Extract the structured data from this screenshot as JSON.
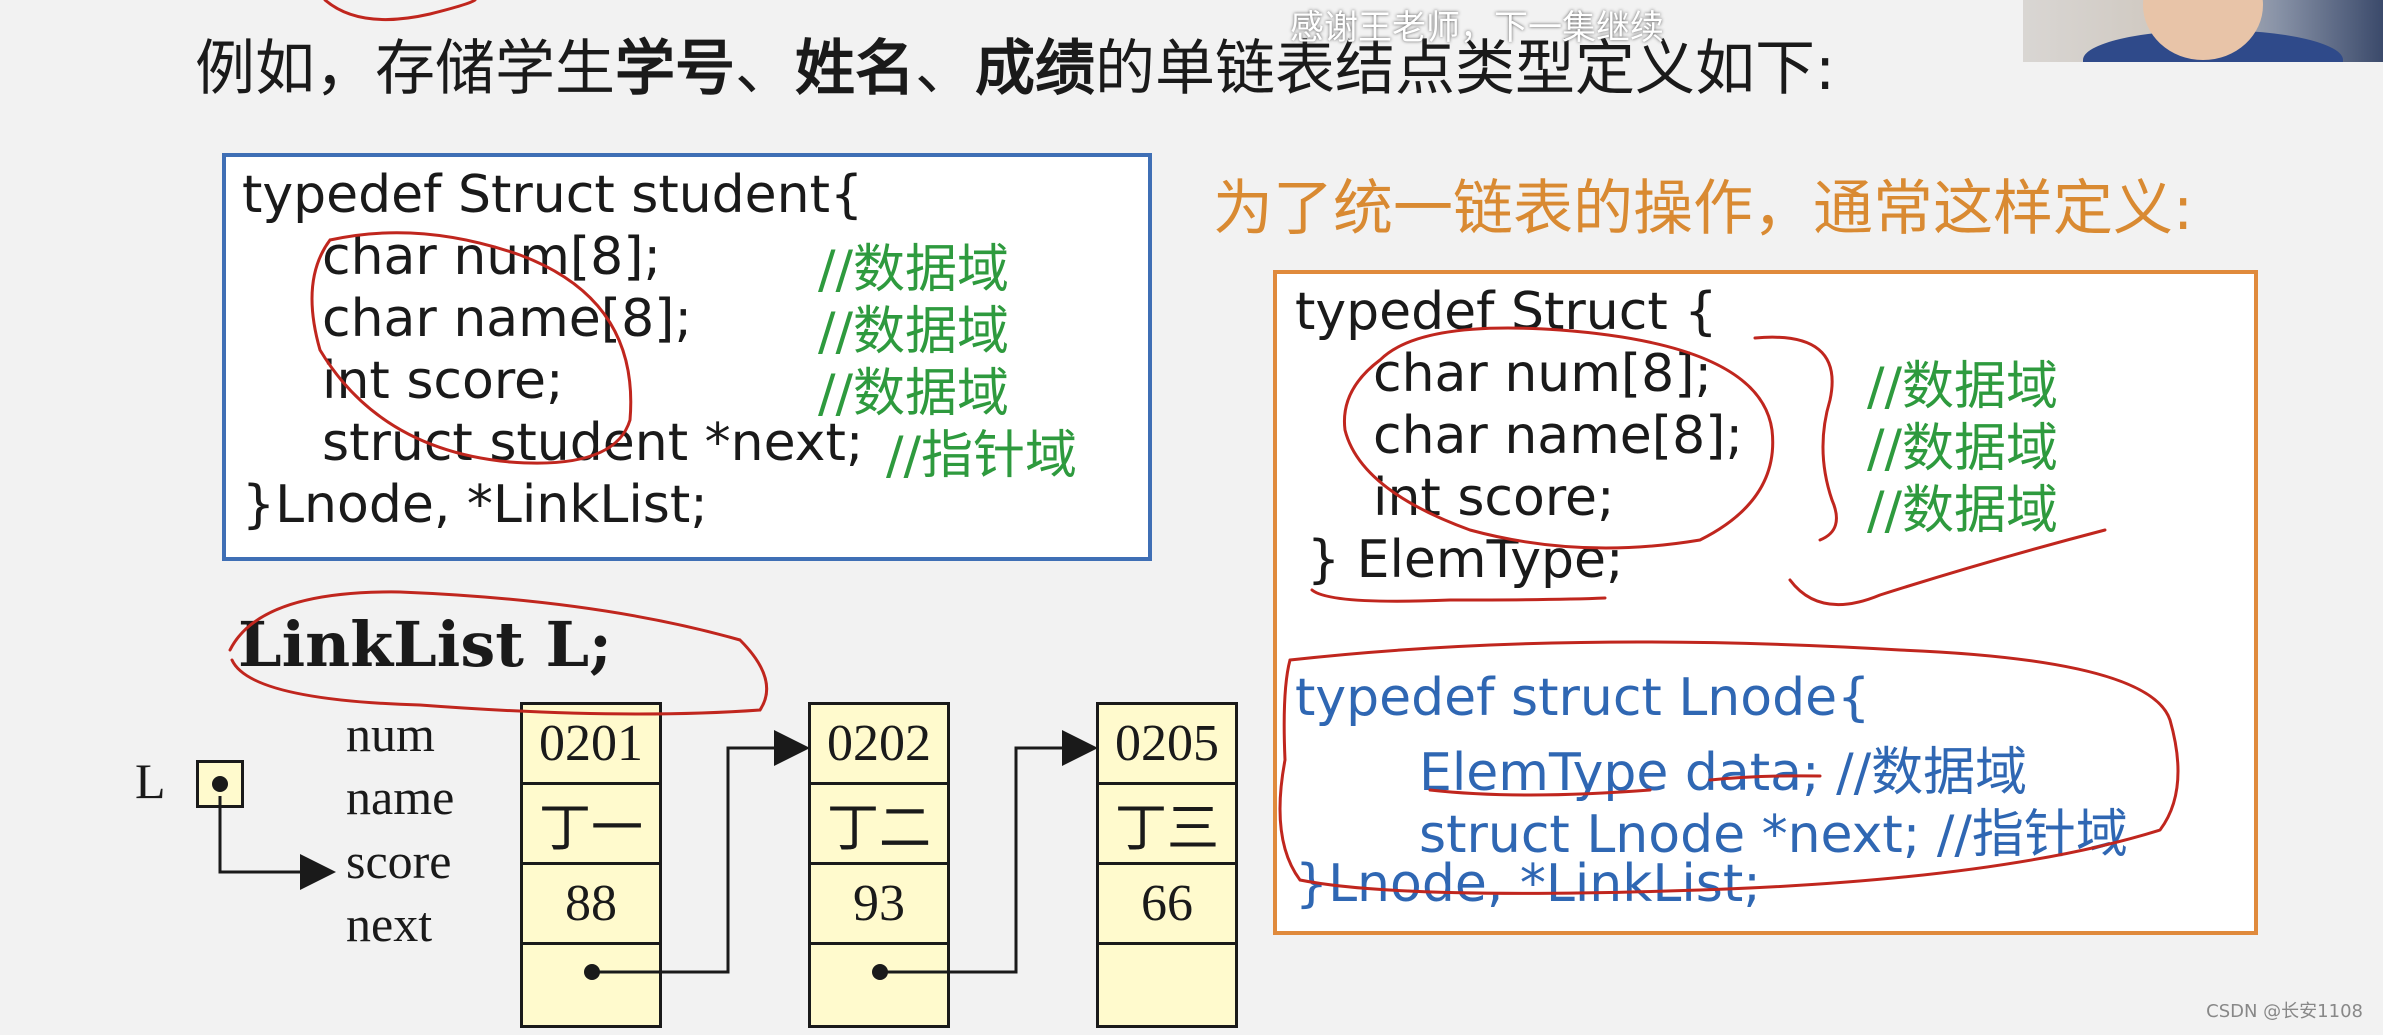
{
  "slide": {
    "title_pre": "例如，存储学生",
    "title_b1": "学号",
    "title_sep1": "、",
    "title_b2": "姓名",
    "title_sep2": "、",
    "title_b3": "成绩",
    "title_post": "的单链表结点类型定义如下:",
    "subtitle_overlay": "感谢王老师，下一集继续",
    "box1": {
      "lines": [
        "typedef Struct student{",
        "char num[8];",
        "char name[8];",
        "int score;",
        "struct student *next;",
        "}Lnode, *LinkList;"
      ],
      "comments": [
        "//数据域",
        "//数据域",
        "//数据域",
        "//指针域"
      ]
    },
    "right_title": "为了统一链表的操作，通常这样定义:",
    "box2": {
      "lines": [
        "typedef Struct {",
        "char num[8];",
        "char name[8];",
        "int score;",
        "} ElemType;"
      ],
      "comments": [
        "//数据域",
        "//数据域",
        "//数据域"
      ],
      "lnode_lines": [
        "typedef  struct  Lnode{",
        "ElemType   data; //数据域",
        "struct   Lnode   *next; //指针域",
        "}Lnode, *LinkList;"
      ]
    },
    "decl": "LinkList  L;",
    "head_label": "L",
    "field_labels": [
      "num",
      "name",
      "score",
      "next"
    ],
    "nodes": [
      {
        "num": "0201",
        "name": "丁一",
        "score": "88"
      },
      {
        "num": "0202",
        "name": "丁二",
        "score": "93"
      },
      {
        "num": "0205",
        "name": "丁三",
        "score": "66"
      }
    ],
    "watermark": "CSDN @长安1108"
  },
  "colors": {
    "comment_green": "#2e9a3e",
    "code_blue": "#2f67b3",
    "title_orange": "#d98a32",
    "box1_border": "#3f6fb5",
    "box2_border": "#e08a3c",
    "annotation_red": "#c0261e",
    "node_fill": "#fffacd"
  }
}
